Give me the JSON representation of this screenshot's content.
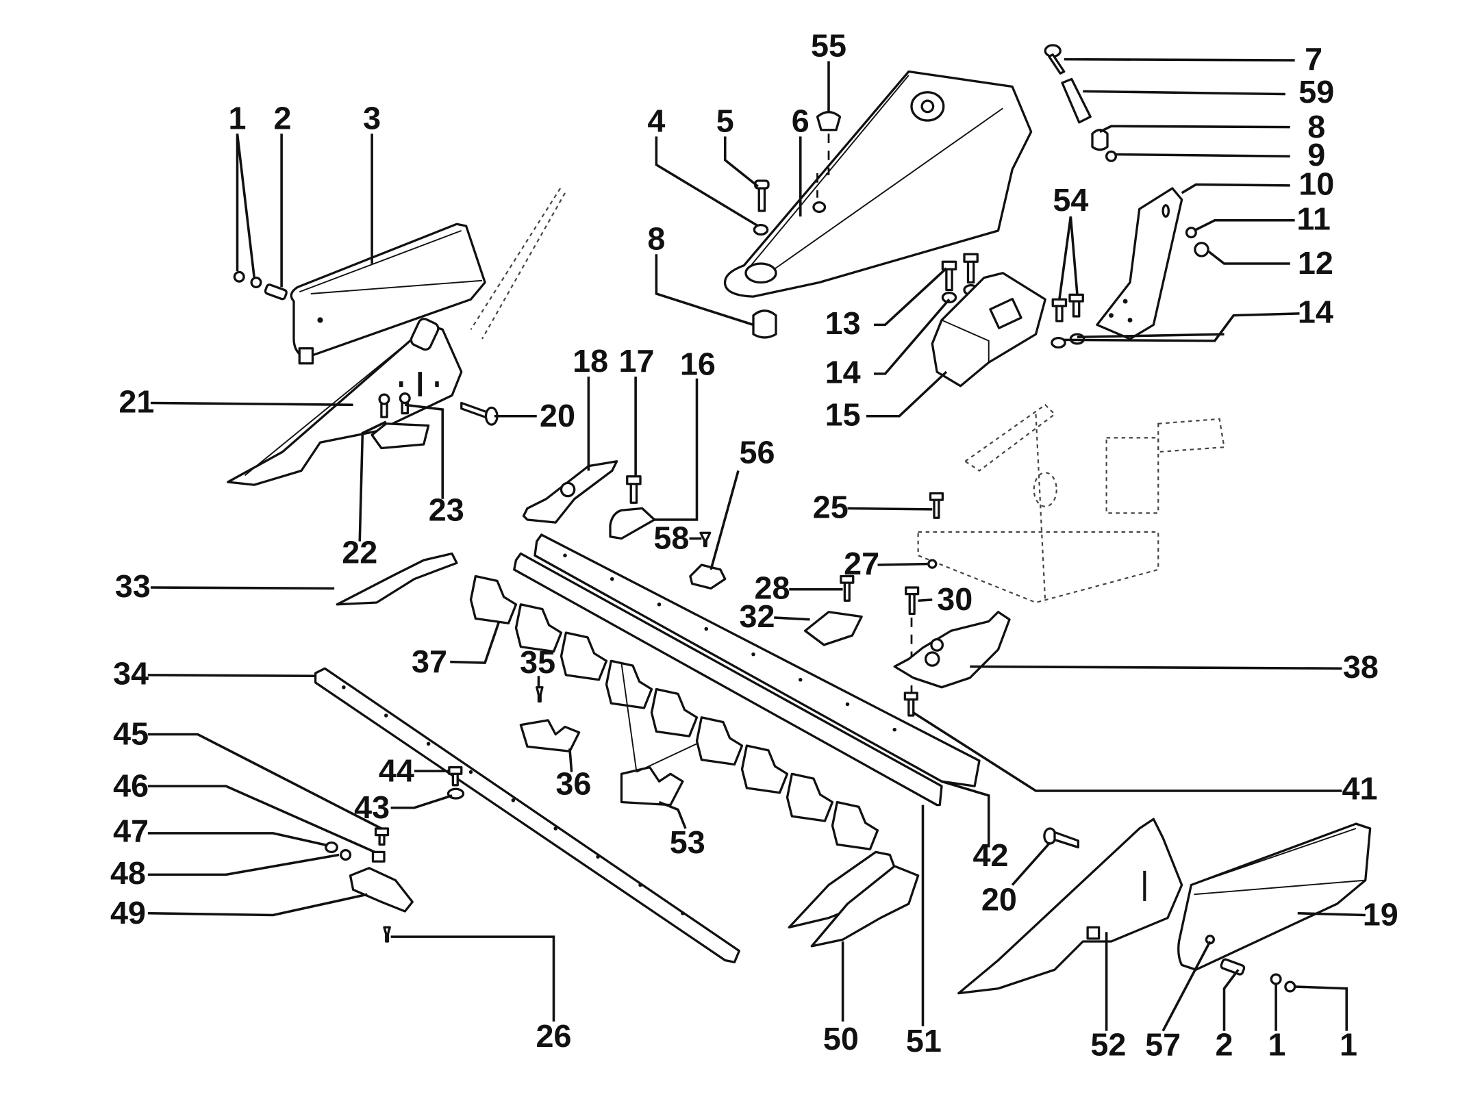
{
  "diagram": {
    "title": "",
    "type": "exploded parts diagram - sickle bar mower cutter bar assembly",
    "colors": {
      "ink": "#111111",
      "background": "#ffffff"
    },
    "callouts": [
      {
        "id": "c1a",
        "label": "1"
      },
      {
        "id": "c2a",
        "label": "2"
      },
      {
        "id": "c3",
        "label": "3"
      },
      {
        "id": "c4",
        "label": "4"
      },
      {
        "id": "c5",
        "label": "5"
      },
      {
        "id": "c6",
        "label": "6"
      },
      {
        "id": "c55",
        "label": "55"
      },
      {
        "id": "c7",
        "label": "7"
      },
      {
        "id": "c59",
        "label": "59"
      },
      {
        "id": "c8a",
        "label": "8"
      },
      {
        "id": "c9",
        "label": "9"
      },
      {
        "id": "c10",
        "label": "10"
      },
      {
        "id": "c11",
        "label": "11"
      },
      {
        "id": "c12",
        "label": "12"
      },
      {
        "id": "c54",
        "label": "54"
      },
      {
        "id": "c8b",
        "label": "8"
      },
      {
        "id": "c13",
        "label": "13"
      },
      {
        "id": "c14a",
        "label": "14"
      },
      {
        "id": "c14b",
        "label": "14"
      },
      {
        "id": "c15",
        "label": "15"
      },
      {
        "id": "c21",
        "label": "21"
      },
      {
        "id": "c20a",
        "label": "20"
      },
      {
        "id": "c22",
        "label": "22"
      },
      {
        "id": "c23",
        "label": "23"
      },
      {
        "id": "c18",
        "label": "18"
      },
      {
        "id": "c17",
        "label": "17"
      },
      {
        "id": "c16",
        "label": "16"
      },
      {
        "id": "c56",
        "label": "56"
      },
      {
        "id": "c58",
        "label": "58"
      },
      {
        "id": "c25",
        "label": "25"
      },
      {
        "id": "c27",
        "label": "27"
      },
      {
        "id": "c28",
        "label": "28"
      },
      {
        "id": "c30",
        "label": "30"
      },
      {
        "id": "c32",
        "label": "32"
      },
      {
        "id": "c33",
        "label": "33"
      },
      {
        "id": "c37",
        "label": "37"
      },
      {
        "id": "c38",
        "label": "38"
      },
      {
        "id": "c34",
        "label": "34"
      },
      {
        "id": "c35",
        "label": "35"
      },
      {
        "id": "c36",
        "label": "36"
      },
      {
        "id": "c45",
        "label": "45"
      },
      {
        "id": "c44",
        "label": "44"
      },
      {
        "id": "c43",
        "label": "43"
      },
      {
        "id": "c46",
        "label": "46"
      },
      {
        "id": "c47",
        "label": "47"
      },
      {
        "id": "c48",
        "label": "48"
      },
      {
        "id": "c49",
        "label": "49"
      },
      {
        "id": "c53",
        "label": "53"
      },
      {
        "id": "c41",
        "label": "41"
      },
      {
        "id": "c42",
        "label": "42"
      },
      {
        "id": "c20b",
        "label": "20"
      },
      {
        "id": "c19",
        "label": "19"
      },
      {
        "id": "c26",
        "label": "26"
      },
      {
        "id": "c50",
        "label": "50"
      },
      {
        "id": "c51",
        "label": "51"
      },
      {
        "id": "c52",
        "label": "52"
      },
      {
        "id": "c57",
        "label": "57"
      },
      {
        "id": "c2b",
        "label": "2"
      },
      {
        "id": "c1b",
        "label": "1"
      },
      {
        "id": "c1c",
        "label": "1"
      }
    ]
  }
}
